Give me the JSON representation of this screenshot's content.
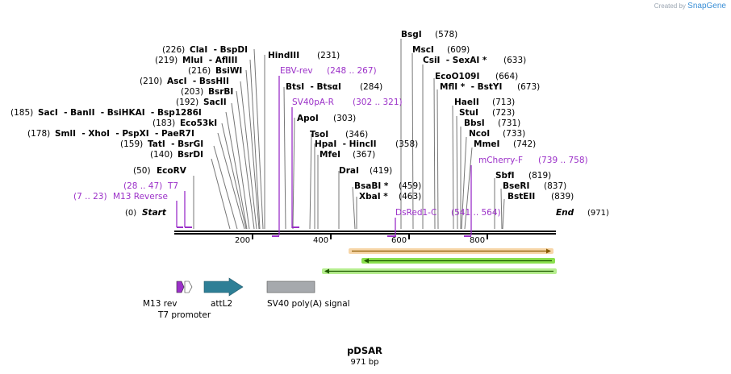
{
  "credit": {
    "prefix": "Created by",
    "brand": "SnapGene"
  },
  "plasmid": {
    "name": "pDSAR",
    "length": "971 bp"
  },
  "ends": [
    {
      "pos": "(0)",
      "label": "Start",
      "side": "left"
    },
    {
      "pos": "(971)",
      "label": "End",
      "side": "right"
    }
  ],
  "ruler": [
    {
      "value": 200,
      "label": "200"
    },
    {
      "value": 400,
      "label": "400"
    },
    {
      "value": 600,
      "label": "600"
    },
    {
      "value": 800,
      "label": "800"
    }
  ],
  "enzymes": [
    {
      "name": "EcoRV",
      "pos": "(50)",
      "side": "right",
      "bp": 50
    },
    {
      "name": "BsrDI",
      "pos": "(140)",
      "side": "left",
      "bp": 140
    },
    {
      "name": "TatI  - BsrGI",
      "pos": "(159)",
      "side": "left",
      "bp": 159
    },
    {
      "name": "SmlI  - XhoI  - PspXI  - PaeR7I",
      "pos": "(178)",
      "side": "left",
      "bp": 178
    },
    {
      "name": "Eco53kI",
      "pos": "(183)",
      "side": "left",
      "bp": 183
    },
    {
      "name": "SacI  - BanII  - BsiHKAI  - Bsp1286I",
      "pos": "(185)",
      "side": "left",
      "bp": 185
    },
    {
      "name": "SacII",
      "pos": "(192)",
      "side": "left",
      "bp": 192
    },
    {
      "name": "BsrBI",
      "pos": "(203)",
      "side": "left",
      "bp": 203
    },
    {
      "name": "AscI  - BssHII",
      "pos": "(210)",
      "side": "left",
      "bp": 210
    },
    {
      "name": "BsiWI",
      "pos": "(216)",
      "side": "left",
      "bp": 216
    },
    {
      "name": "MluI  - AflIII",
      "pos": "(219)",
      "side": "left",
      "bp": 219
    },
    {
      "name": "ClaI  - BspDI",
      "pos": "(226)",
      "side": "left",
      "bp": 226
    },
    {
      "name": "HindIII",
      "pos": "(231)",
      "side": "right",
      "bp": 231
    },
    {
      "name": "BtsI  - BtsαI",
      "pos": "(284)",
      "side": "right",
      "bp": 284
    },
    {
      "name": "ApoI",
      "pos": "(303)",
      "side": "right",
      "bp": 303
    },
    {
      "name": "TsoI",
      "pos": "(346)",
      "side": "right",
      "bp": 346
    },
    {
      "name": "HpaI  - HincII",
      "pos": "(358)",
      "side": "right",
      "bp": 358
    },
    {
      "name": "MfeI",
      "pos": "(367)",
      "side": "right",
      "bp": 367
    },
    {
      "name": "DraI",
      "pos": "(419)",
      "side": "right",
      "bp": 419
    },
    {
      "name": "BsaBI *",
      "pos": "(459)",
      "side": "right",
      "bp": 459
    },
    {
      "name": "XbaI *",
      "pos": "(463)",
      "side": "right",
      "bp": 463
    },
    {
      "name": "BsgI",
      "pos": "(578)",
      "side": "right",
      "bp": 578
    },
    {
      "name": "MscI",
      "pos": "(609)",
      "side": "right",
      "bp": 609
    },
    {
      "name": "CsiI  - SexAI *",
      "pos": "(633)",
      "side": "right",
      "bp": 633
    },
    {
      "name": "EcoO109I",
      "pos": "(664)",
      "side": "right",
      "bp": 664
    },
    {
      "name": "MflI *  - BstYI",
      "pos": "(673)",
      "side": "right",
      "bp": 673
    },
    {
      "name": "HaeII",
      "pos": "(713)",
      "side": "right",
      "bp": 713
    },
    {
      "name": "StuI",
      "pos": "(723)",
      "side": "right",
      "bp": 723
    },
    {
      "name": "BbsI",
      "pos": "(731)",
      "side": "right",
      "bp": 731
    },
    {
      "name": "NcoI",
      "pos": "(733)",
      "side": "right",
      "bp": 733
    },
    {
      "name": "MmeI",
      "pos": "(742)",
      "side": "right",
      "bp": 742
    },
    {
      "name": "SbfI",
      "pos": "(819)",
      "side": "right",
      "bp": 819
    },
    {
      "name": "BseRI",
      "pos": "(837)",
      "side": "right",
      "bp": 837
    },
    {
      "name": "BstEII",
      "pos": "(839)",
      "side": "right",
      "bp": 839
    }
  ],
  "primers": [
    {
      "name": "M13 Reverse",
      "range": "(7 .. 23)",
      "side": "left"
    },
    {
      "name": "T7",
      "range": "(28 .. 47)",
      "side": "left"
    },
    {
      "name": "EBV-rev",
      "range": "(248 .. 267)",
      "side": "right"
    },
    {
      "name": "SV40pA-R",
      "range": "(302 .. 321)",
      "side": "right"
    },
    {
      "name": "DsRed1-C",
      "range": "(541 .. 564)",
      "side": "right"
    },
    {
      "name": "mCherry-F",
      "range": "(739 .. 758)",
      "side": "right"
    }
  ],
  "features": [
    {
      "name": "M13 rev",
      "color": "#9b30c8"
    },
    {
      "name": "T7 promoter",
      "color": "#ffffff"
    },
    {
      "name": "attL2",
      "color": "#2e7f96"
    },
    {
      "name": "SV40 poly(A) signal",
      "color": "#a6a9ad"
    }
  ],
  "orfs": [
    {
      "direction": "forward",
      "color": "#f5a623"
    },
    {
      "direction": "reverse",
      "color": "#7ed321"
    },
    {
      "direction": "reverse",
      "color": "#7ed321"
    }
  ],
  "colors": {
    "primer": "#9b30c8",
    "enzyme": "#000000",
    "backbone": "#000000"
  }
}
